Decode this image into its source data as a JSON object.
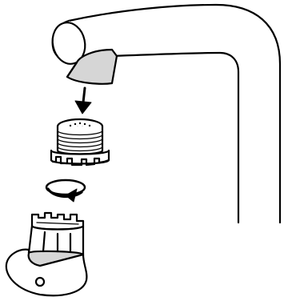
{
  "figure": {
    "parts": [
      {
        "name": "faucet",
        "icon": "faucet-spout-icon"
      },
      {
        "name": "aerator",
        "icon": "aerator-icon"
      },
      {
        "name": "gasket",
        "icon": "ring-icon"
      },
      {
        "name": "key",
        "icon": "aerator-key-icon"
      }
    ],
    "steps": [
      {
        "action": "remove-down",
        "icon": "arrow-down-icon"
      },
      {
        "action": "rotate",
        "icon": "rotate-arrow-icon"
      }
    ],
    "colors": {
      "ink": "#000000",
      "background": "#ffffff",
      "shade": "#d6d6d6"
    }
  }
}
